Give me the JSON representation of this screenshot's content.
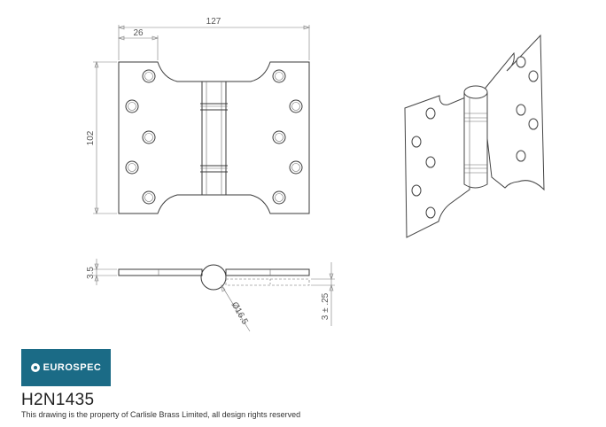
{
  "dimensions": {
    "overall_width": "127",
    "leaf_offset": "26",
    "height": "102",
    "leaf_thickness": "3.5",
    "knuckle_diameter": "Ø16.5",
    "open_gap": "3 ± .25"
  },
  "brand": {
    "name": "EUROSPEC",
    "color": "#1b6b86"
  },
  "product": {
    "code": "H2N1435"
  },
  "footer": {
    "notice": "This drawing is the property of Carlisle Brass Limited, all design rights reserved"
  }
}
